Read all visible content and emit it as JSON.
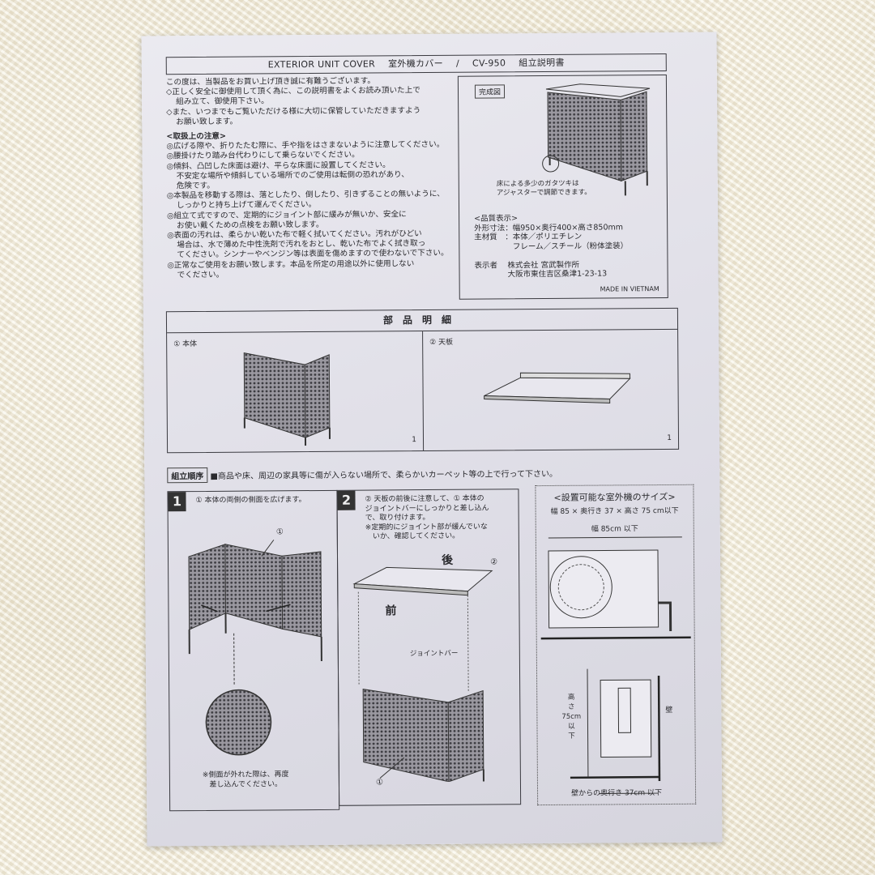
{
  "header": {
    "en": "EXTERIOR UNIT COVER",
    "jp": "室外機カバー",
    "sep": "/",
    "model": "CV-950",
    "doc": "組立説明書"
  },
  "intro": [
    "この度は、当製品をお買い上げ頂き誠に有難うございます。",
    "◇正しく安全に御使用して頂く為に、この説明書をよくお読み頂いた上で",
    "組み立て、御使用下さい。",
    "◇また、いつまでもご覧いただける様に大切に保管していただきますよう",
    "お願い致します。"
  ],
  "cautions": {
    "title": "<取扱上の注意>",
    "lines": [
      {
        "t": "◎広げる際や、折りたたむ際に、手や指をはさまないように注意してください。",
        "i": false
      },
      {
        "t": "◎腰掛けたり踏み台代わりにして乗らないでください。",
        "i": false
      },
      {
        "t": "◎傾斜、凸凹した床面は避け、平らな床面に設置してください。",
        "i": false
      },
      {
        "t": "不安定な場所や傾斜している場所でのご使用は転倒の恐れがあり、",
        "i": true
      },
      {
        "t": "危険です。",
        "i": true
      },
      {
        "t": "◎本製品を移動する際は、落としたり、倒したり、引きずることの無いように、",
        "i": false
      },
      {
        "t": "しっかりと持ち上げて運んでください。",
        "i": true
      },
      {
        "t": "◎組立て式ですので、定期的にジョイント部に緩みが無いか、安全に",
        "i": false
      },
      {
        "t": "お使い戴くための点検をお願い致します。",
        "i": true
      },
      {
        "t": "◎表面の汚れは、柔らかい乾いた布で軽く拭いてください。汚れがひどい",
        "i": false
      },
      {
        "t": "場合は、水で薄めた中性洗剤で汚れをおとし、乾いた布でよく拭き取っ",
        "i": true
      },
      {
        "t": "てください。シンナーやベンジン等は表面を傷めますので使わないで下さい。",
        "i": true
      },
      {
        "t": "◎正常なご使用をお願い致します。本品を所定の用途以外に使用しない",
        "i": false
      },
      {
        "t": "でください。",
        "i": true
      }
    ]
  },
  "completed": {
    "label": "完成図",
    "note": "床による多少のガタツキは\nアジャスターで調節できます。",
    "spec": "<品質表示>\n外形寸法：幅950×奥行400×高さ850mm\n主材質　：本体／ポリエチレン\n　　　　　フレーム／スチール（粉体塗装）\n\n表示者　 株式会社 宮武製作所\n　　　　 大阪市東住吉区桑津1-23-13",
    "made_in": "MADE IN VIETNAM"
  },
  "parts": {
    "title": "部品明細",
    "items": [
      {
        "label": "① 本体",
        "qty": "1"
      },
      {
        "label": "② 天板",
        "qty": "1"
      }
    ]
  },
  "assembly": {
    "label": "組立順序",
    "note": "■商品や床、周辺の家具等に傷が入らない場所で、柔らかいカーペット等の上で行って下さい。"
  },
  "steps": [
    {
      "num": "1",
      "text": "① 本体の両側の側面を広げます。",
      "callout": "①",
      "note": "※側面が外れた際は、再度\n差し込んでください。"
    },
    {
      "num": "2",
      "text": "② 天板の前後に注意して、① 本体の\nジョイントバーにしっかりと差し込ん\nで、取り付けます。\n※定期的にジョイント部が緩んでいな\n　いか、確認してください。",
      "back": "後",
      "front": "前",
      "joint": "ジョイントバー",
      "c1": "①",
      "c2": "②"
    }
  ],
  "size": {
    "title": "<設置可能な室外機のサイズ>",
    "dims": "幅 85 × 奥行き 37 × 高さ 75 cm以下",
    "width": "幅 85cm 以下",
    "height": "高\nさ\n75cm\n以\n下",
    "wall": "壁",
    "depth": "壁からの奥行き 37cm 以下"
  }
}
